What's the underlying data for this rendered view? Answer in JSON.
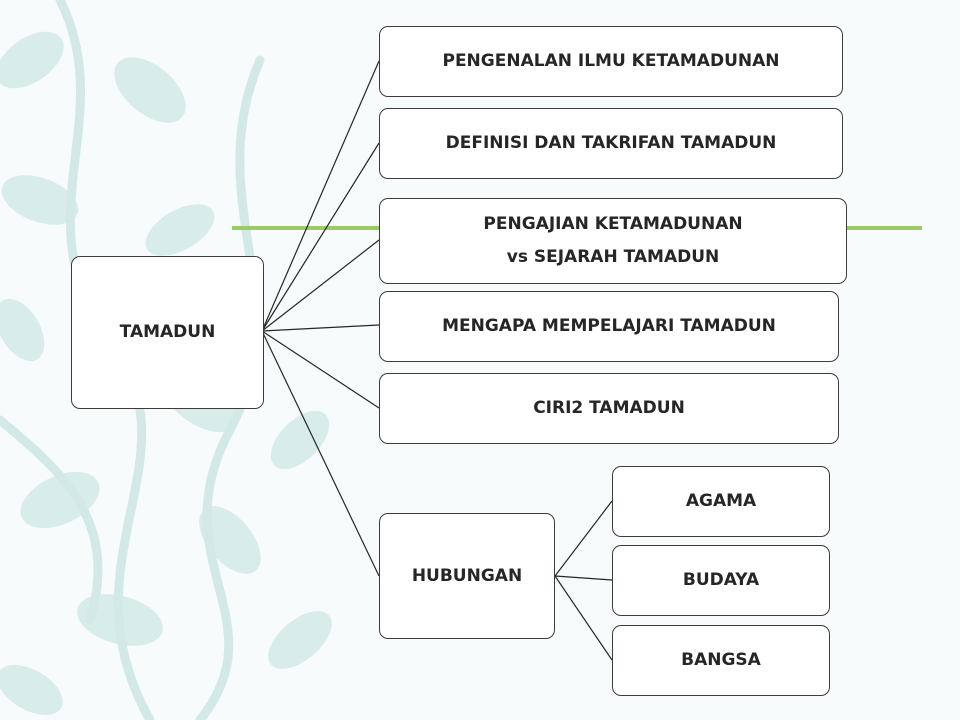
{
  "diagram": {
    "root": {
      "label": "TAMADUN"
    },
    "branches": [
      {
        "id": "pengenalan",
        "lines": [
          "PENGENALAN ILMU KETAMADUNAN"
        ]
      },
      {
        "id": "definisi",
        "lines": [
          "DEFINISI DAN TAKRIFAN TAMADUN"
        ]
      },
      {
        "id": "pengajian",
        "lines": [
          "PENGAJIAN KETAMADUNAN",
          "vs SEJARAH TAMADUN"
        ]
      },
      {
        "id": "mengapa",
        "lines": [
          "MENGAPA MEMPELAJARI TAMADUN"
        ]
      },
      {
        "id": "ciri2",
        "lines": [
          "CIRI2 TAMADUN"
        ]
      },
      {
        "id": "hubungan",
        "lines": [
          "HUBUNGAN"
        ]
      }
    ],
    "sub_branches": [
      {
        "id": "agama",
        "lines": [
          "AGAMA"
        ]
      },
      {
        "id": "budaya",
        "lines": [
          "BUDAYA"
        ]
      },
      {
        "id": "bangsa",
        "lines": [
          "BANGSA"
        ]
      }
    ]
  },
  "colors": {
    "accent_bar": "#9bcb63",
    "leaf_pattern": "#d3e9e7",
    "node_border": "#3c3c3c",
    "text": "#262626"
  }
}
